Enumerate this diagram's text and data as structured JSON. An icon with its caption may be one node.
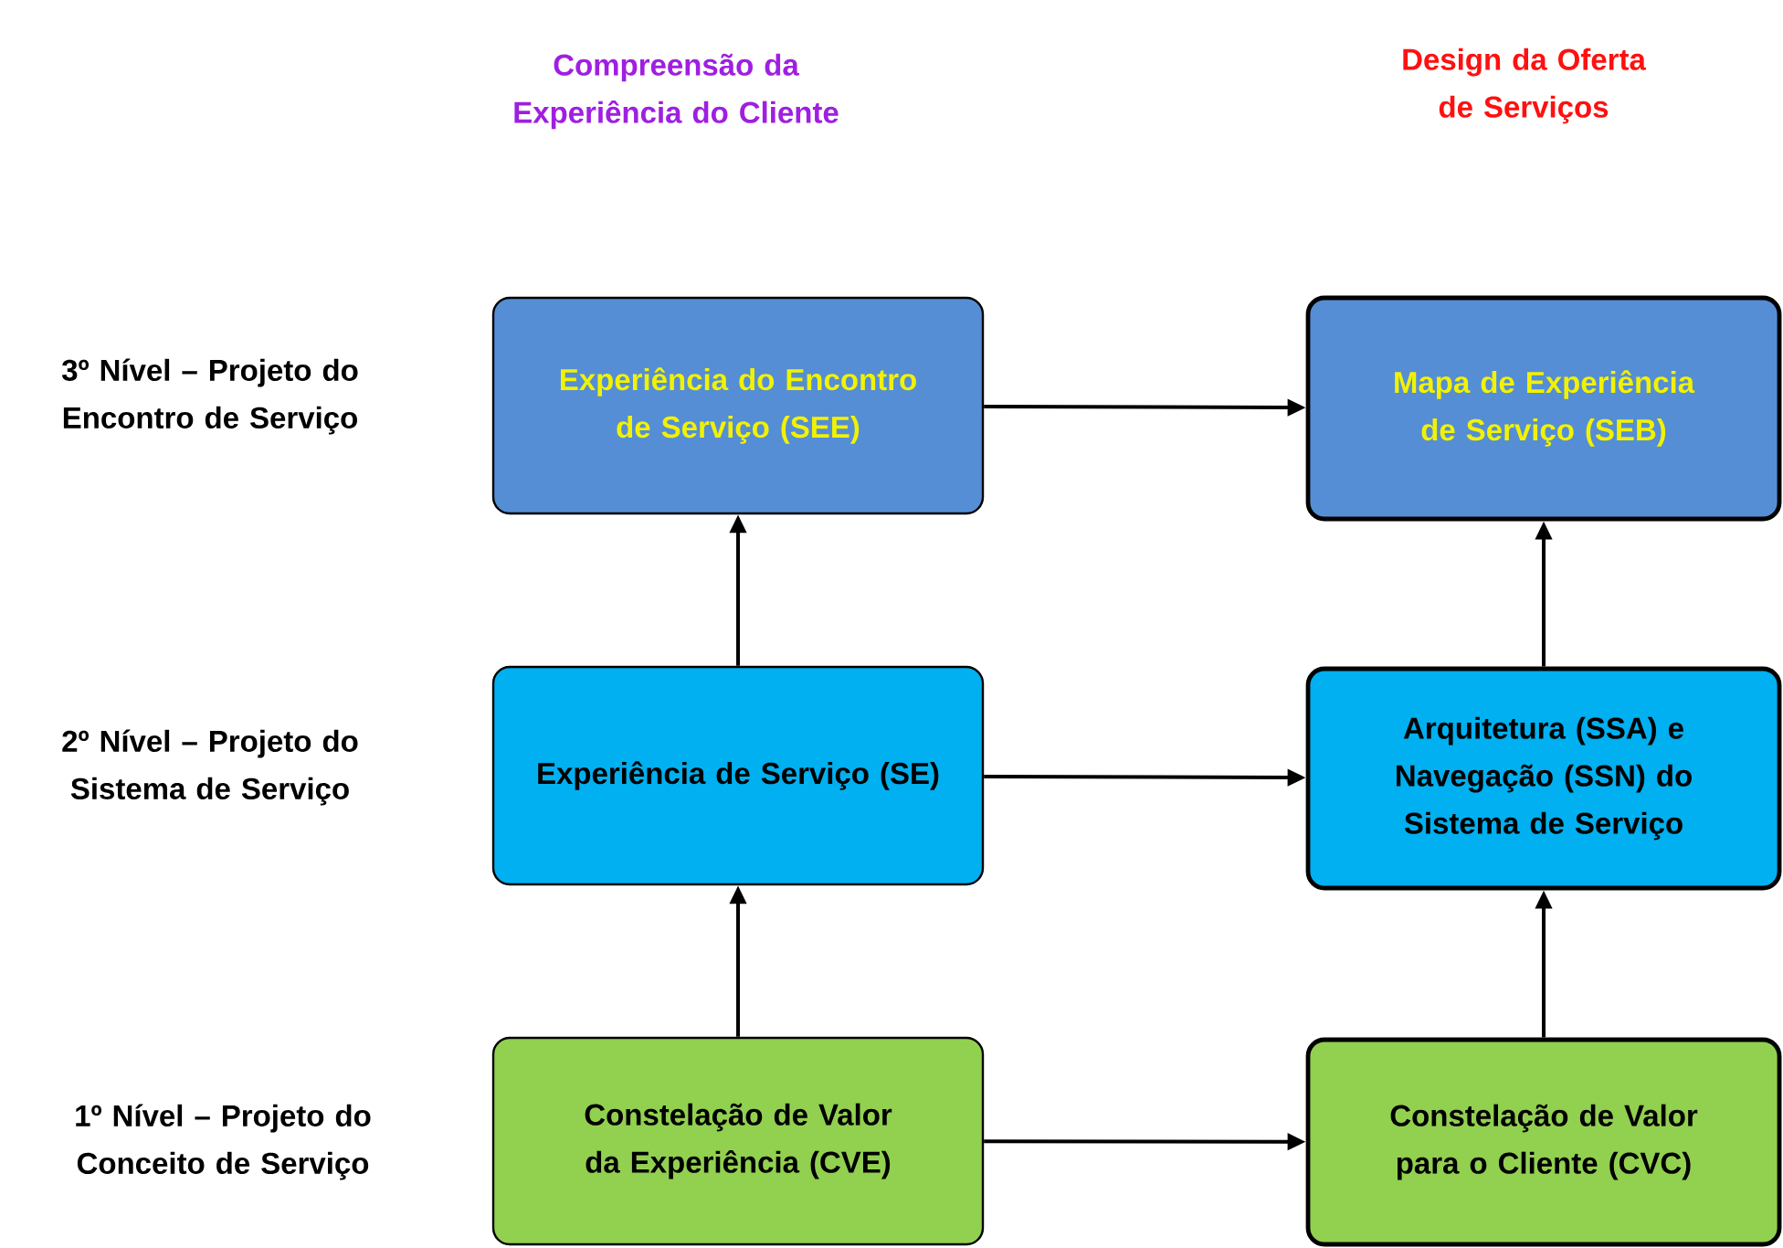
{
  "diagram": {
    "nodes": [
      {
        "text": [
          "Experiência do Encontro de Serviço (SEE)"
        ]
      },
      {
        "text": [
          "Mapa de Experiência de Serviço (SEB)"
        ]
      },
      {
        "text": [
          "Experiência de Serviço (SE)"
        ]
      },
      {
        "text": [
          "Arquitetura (SSA) e Navegação (SSN) do Sistema de Serviço"
        ]
      },
      {
        "text": [
          "Constelação de Valor da Experiência (CVE)"
        ]
      },
      {
        "text": [
          "Constelação de Valor para o Cliente (CVC)"
        ]
      }
    ],
    "edges": [
      {
        "from": 0,
        "to": 1,
        "arrow": "to"
      },
      {
        "from": 2,
        "to": 0,
        "arrow": "to"
      },
      {
        "from": 2,
        "to": 3,
        "arrow": "to"
      },
      {
        "from": 3,
        "to": 1,
        "arrow": "to"
      },
      {
        "from": 4,
        "to": 2,
        "arrow": "to"
      },
      {
        "from": 4,
        "to": 5,
        "arrow": "to"
      },
      {
        "from": 5,
        "to": 3,
        "arrow": "to"
      }
    ],
    "labels": [
      "Compreensão da Experiência do Cliente",
      "Design da Oferta de Serviços",
      "3º Nível – Projeto do Encontro de Serviço",
      "2º Nível – Projeto do Sistema de Serviço",
      "1º Nível – Projeto do Conceito de Serviço"
    ]
  }
}
